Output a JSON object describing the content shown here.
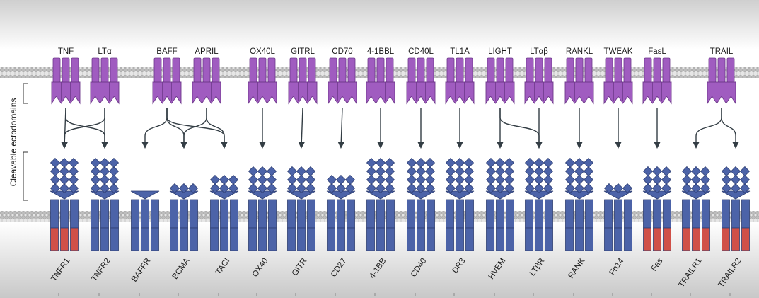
{
  "side_label": "Cleavable ectodomains",
  "colors": {
    "ligand_fill": "#a05cc0",
    "ligand_dark": "#6f3a8c",
    "receptor_fill": "#4c63a8",
    "receptor_dark": "#2f3f72",
    "death_domain": "#d05048",
    "arrow": "#333d44",
    "membrane": "#c9c9c9"
  },
  "ligands": [
    {
      "name": "TNF"
    },
    {
      "name": "LTα"
    },
    {
      "name": "BAFF"
    },
    {
      "name": "APRIL"
    },
    {
      "name": "OX40L"
    },
    {
      "name": "GITRL"
    },
    {
      "name": "CD70"
    },
    {
      "name": "4-1BBL"
    },
    {
      "name": "CD40L"
    },
    {
      "name": "TL1A"
    },
    {
      "name": "LIGHT"
    },
    {
      "name": "LTαβ"
    },
    {
      "name": "RANKL"
    },
    {
      "name": "TWEAK"
    },
    {
      "name": "FasL"
    },
    {
      "name": "TRAIL"
    }
  ],
  "receptors": [
    {
      "name": "TNFR1",
      "death_domain": true,
      "crd_rows": 4
    },
    {
      "name": "TNFR2",
      "death_domain": false,
      "crd_rows": 4
    },
    {
      "name": "BAFFR",
      "death_domain": false,
      "crd_rows": 0
    },
    {
      "name": "BCMA",
      "death_domain": false,
      "crd_rows": 1
    },
    {
      "name": "TACI",
      "death_domain": false,
      "crd_rows": 2
    },
    {
      "name": "OX40",
      "death_domain": false,
      "crd_rows": 3
    },
    {
      "name": "GITR",
      "death_domain": false,
      "crd_rows": 3
    },
    {
      "name": "CD27",
      "death_domain": false,
      "crd_rows": 2
    },
    {
      "name": "4-1BB",
      "death_domain": false,
      "crd_rows": 4
    },
    {
      "name": "CD40",
      "death_domain": false,
      "crd_rows": 4
    },
    {
      "name": "DR3",
      "death_domain": false,
      "crd_rows": 4
    },
    {
      "name": "HVEM",
      "death_domain": false,
      "crd_rows": 4
    },
    {
      "name": "LTβR",
      "death_domain": false,
      "crd_rows": 4
    },
    {
      "name": "RANK",
      "death_domain": false,
      "crd_rows": 4
    },
    {
      "name": "Fn14",
      "death_domain": false,
      "crd_rows": 1
    },
    {
      "name": "Fas",
      "death_domain": true,
      "crd_rows": 3
    },
    {
      "name": "TRAILR1",
      "death_domain": true,
      "crd_rows": 3
    },
    {
      "name": "TRAILR2",
      "death_domain": true,
      "crd_rows": 3
    }
  ],
  "interactions": [
    {
      "ligand": "TNF",
      "receptors": [
        "TNFR1",
        "TNFR2"
      ]
    },
    {
      "ligand": "LTα",
      "receptors": [
        "TNFR1",
        "TNFR2"
      ]
    },
    {
      "ligand": "BAFF",
      "receptors": [
        "BAFFR",
        "BCMA",
        "TACI"
      ]
    },
    {
      "ligand": "APRIL",
      "receptors": [
        "BCMA",
        "TACI"
      ]
    },
    {
      "ligand": "OX40L",
      "receptors": [
        "OX40"
      ]
    },
    {
      "ligand": "GITRL",
      "receptors": [
        "GITR"
      ]
    },
    {
      "ligand": "CD70",
      "receptors": [
        "CD27"
      ]
    },
    {
      "ligand": "4-1BBL",
      "receptors": [
        "4-1BB"
      ]
    },
    {
      "ligand": "CD40L",
      "receptors": [
        "CD40"
      ]
    },
    {
      "ligand": "TL1A",
      "receptors": [
        "DR3"
      ]
    },
    {
      "ligand": "LIGHT",
      "receptors": [
        "HVEM",
        "LTβR"
      ]
    },
    {
      "ligand": "LTαβ",
      "receptors": [
        "LTβR"
      ]
    },
    {
      "ligand": "RANKL",
      "receptors": [
        "RANK"
      ]
    },
    {
      "ligand": "TWEAK",
      "receptors": [
        "Fn14"
      ]
    },
    {
      "ligand": "FasL",
      "receptors": [
        "Fas"
      ]
    },
    {
      "ligand": "TRAIL",
      "receptors": [
        "TRAILR1",
        "TRAILR2"
      ]
    }
  ]
}
